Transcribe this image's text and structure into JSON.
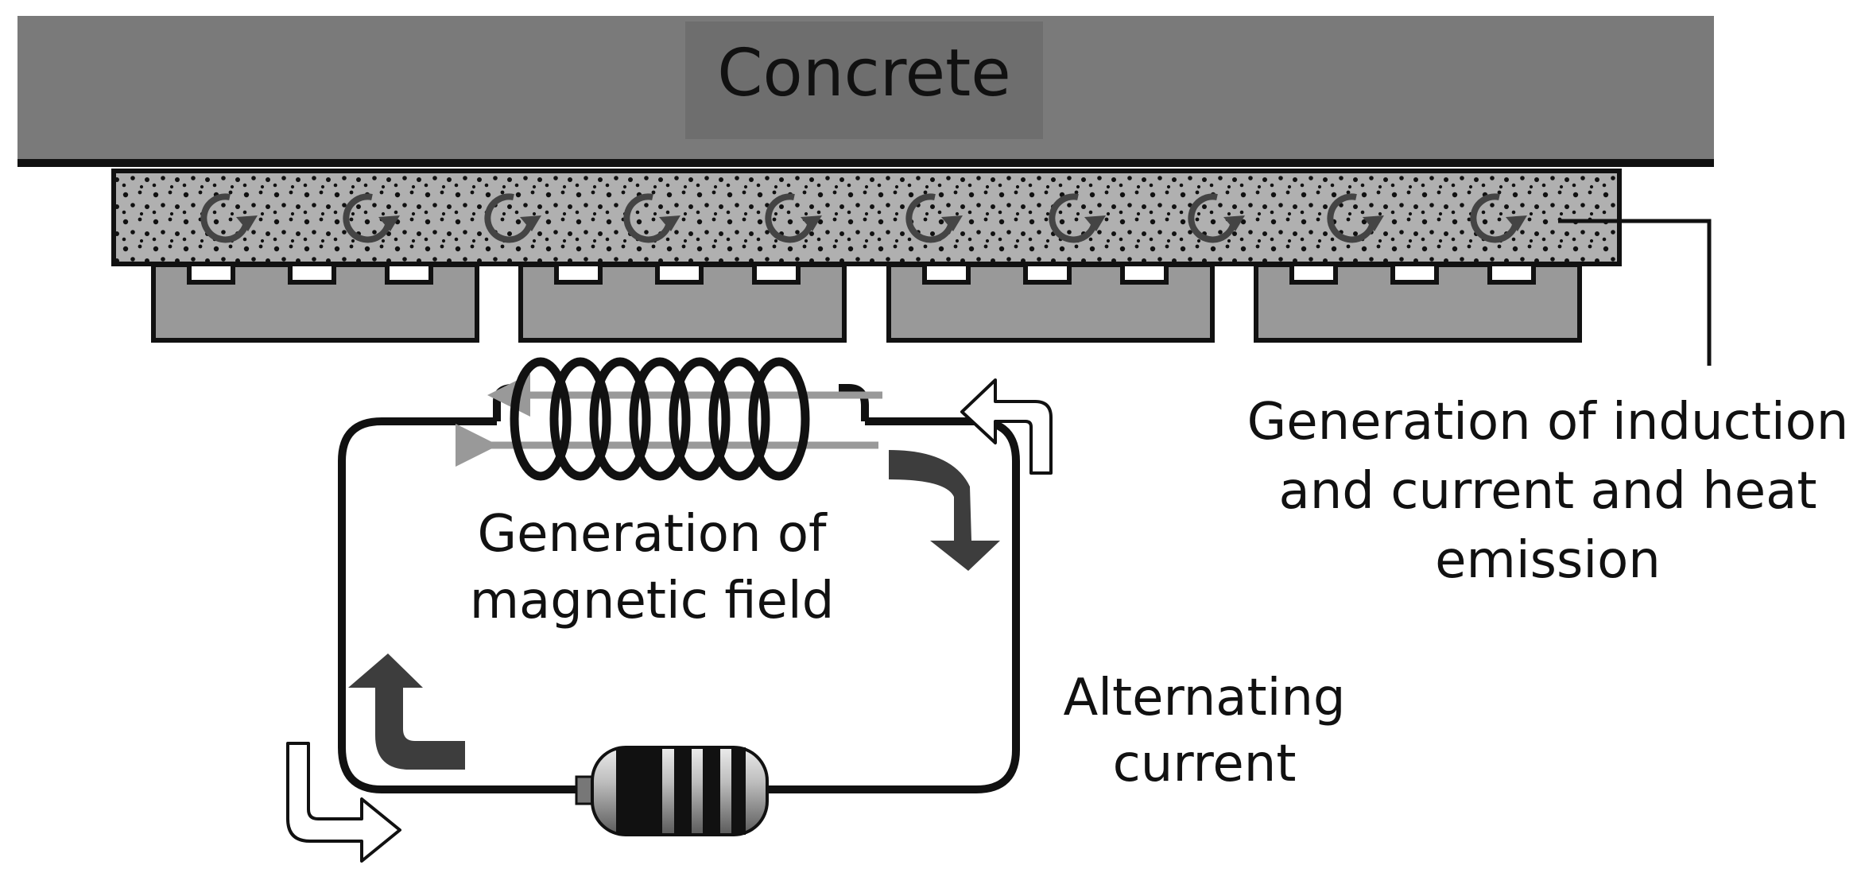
{
  "labels": {
    "concrete": "Concrete",
    "induction": [
      "Generation of induction",
      "and current and heat",
      "emission"
    ],
    "magnetic_field": [
      "Generation of",
      "magnetic field"
    ],
    "alternating_current": [
      "Alternating",
      "current"
    ]
  },
  "colors": {
    "concrete": "#7a7a7a",
    "concrete_label_box": "#6e6e6e",
    "mortar_layer": "#b0b0b0",
    "tiles": "#999999",
    "outline": "#111111",
    "curved_arrow": "#444444",
    "background": "#ffffff"
  },
  "icons": [
    "eddy-current-icon",
    "coil-icon",
    "battery-icon",
    "flow-arrow-icon"
  ]
}
